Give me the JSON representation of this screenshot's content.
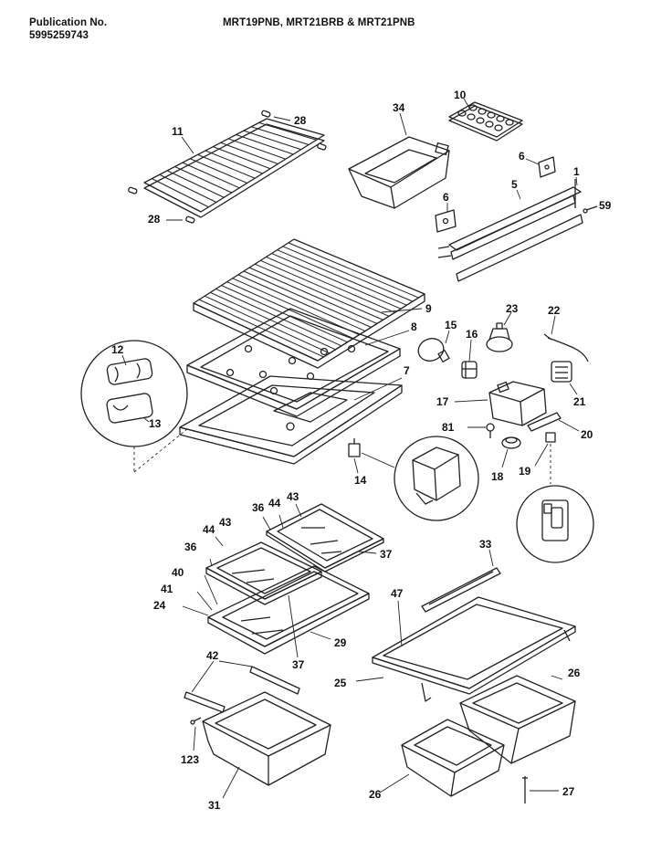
{
  "header": {
    "publication_label": "Publication No.",
    "publication_number": "5995259743",
    "models": "MRT19PNB, MRT21BRB & MRT21PNB"
  },
  "callouts": {
    "c11": "11",
    "c28a": "28",
    "c28b": "28",
    "c34": "34",
    "c10": "10",
    "c6a": "6",
    "c6b": "6",
    "c5": "5",
    "c1": "1",
    "c59": "59",
    "c9": "9",
    "c8": "8",
    "c7": "7",
    "c12": "12",
    "c13": "13",
    "c15": "15",
    "c16": "16",
    "c23": "23",
    "c22": "22",
    "c17": "17",
    "c21": "21",
    "c81": "81",
    "c20": "20",
    "c14": "14",
    "c18": "18",
    "c19": "19",
    "c36a": "36",
    "c44a": "44",
    "c43a": "43",
    "c44b": "44",
    "c43b": "43",
    "c36b": "36",
    "c40": "40",
    "c41": "41",
    "c24": "24",
    "c37a": "37",
    "c37b": "37",
    "c29": "29",
    "c33": "33",
    "c47": "47",
    "c42": "42",
    "c25": "25",
    "c26a": "26",
    "c26b": "26",
    "c123": "123",
    "c31": "31",
    "c27": "27"
  }
}
